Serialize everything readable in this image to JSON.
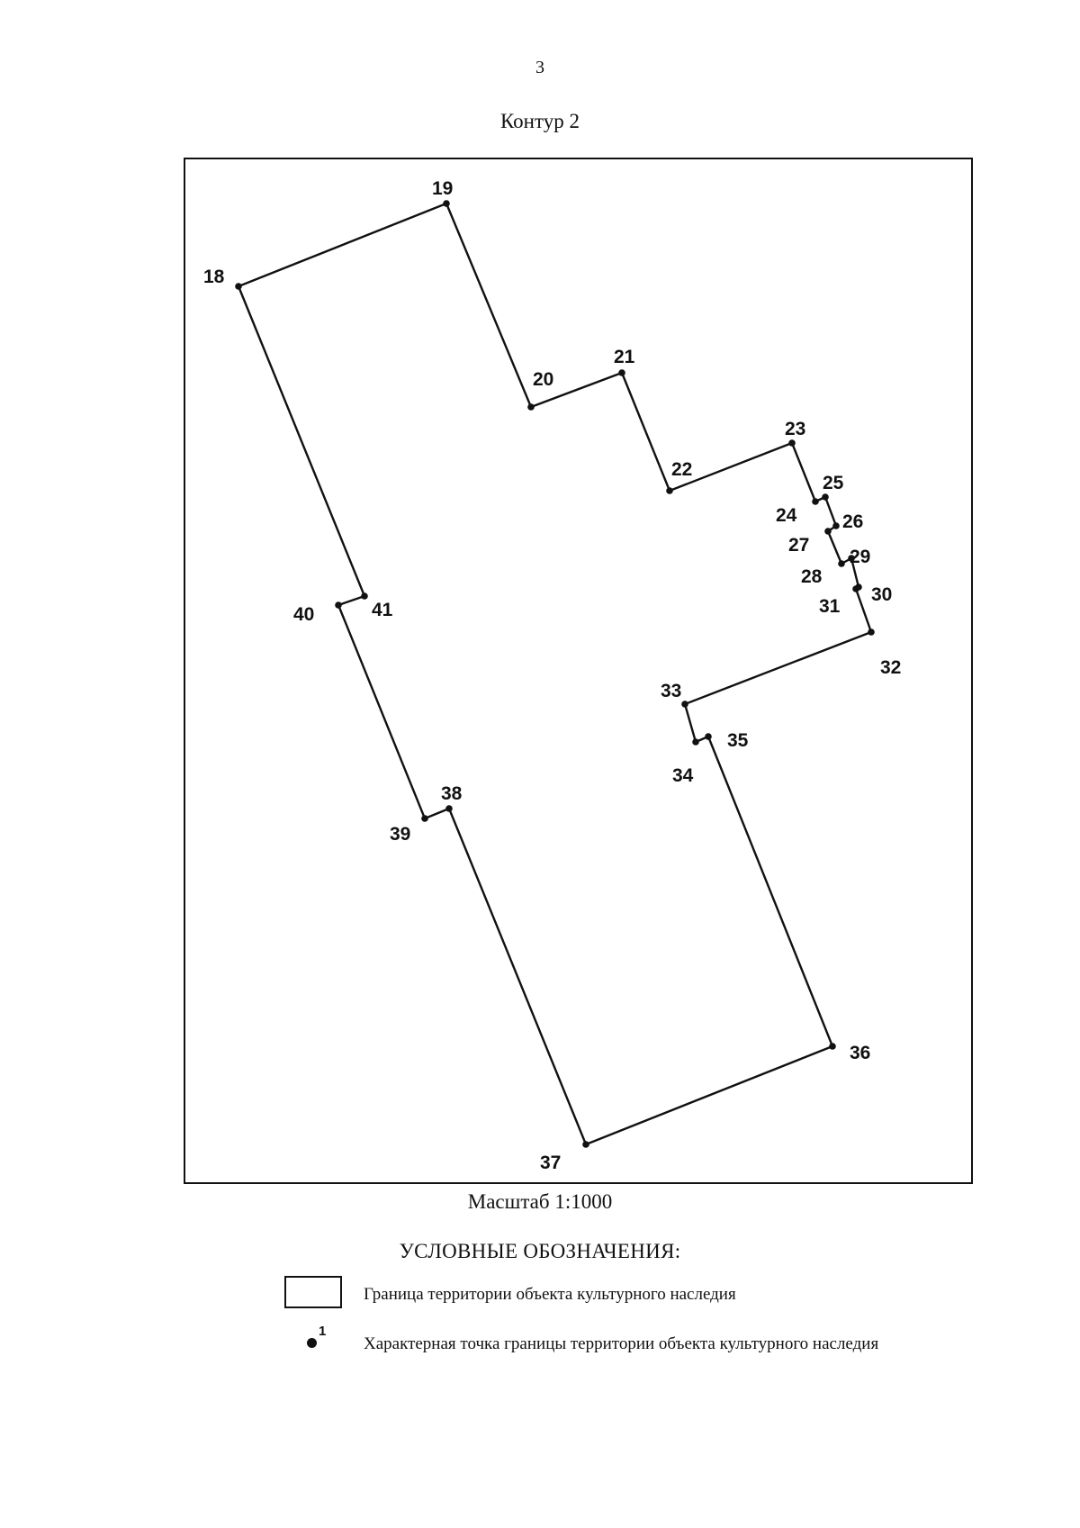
{
  "page_number": "3",
  "contour_title": "Контур 2",
  "scale_label": "Масштаб 1:1000",
  "legend": {
    "title": "УСЛОВНЫЕ ОБОЗНАЧЕНИЯ:",
    "boundary_text": "Граница территории объекта культурного наследия",
    "point_index": "1",
    "point_text": "Характерная точка границы территории объекта культурного наследия"
  },
  "boundary_points": [
    {
      "label": "18"
    },
    {
      "label": "19"
    },
    {
      "label": "20"
    },
    {
      "label": "21"
    },
    {
      "label": "22"
    },
    {
      "label": "23"
    },
    {
      "label": "24"
    },
    {
      "label": "25"
    },
    {
      "label": "26"
    },
    {
      "label": "27"
    },
    {
      "label": "28"
    },
    {
      "label": "29"
    },
    {
      "label": "30"
    },
    {
      "label": "31"
    },
    {
      "label": "32"
    },
    {
      "label": "33"
    },
    {
      "label": "34"
    },
    {
      "label": "35"
    },
    {
      "label": "36"
    },
    {
      "label": "37"
    },
    {
      "label": "38"
    },
    {
      "label": "39"
    },
    {
      "label": "40"
    },
    {
      "label": "41"
    }
  ]
}
